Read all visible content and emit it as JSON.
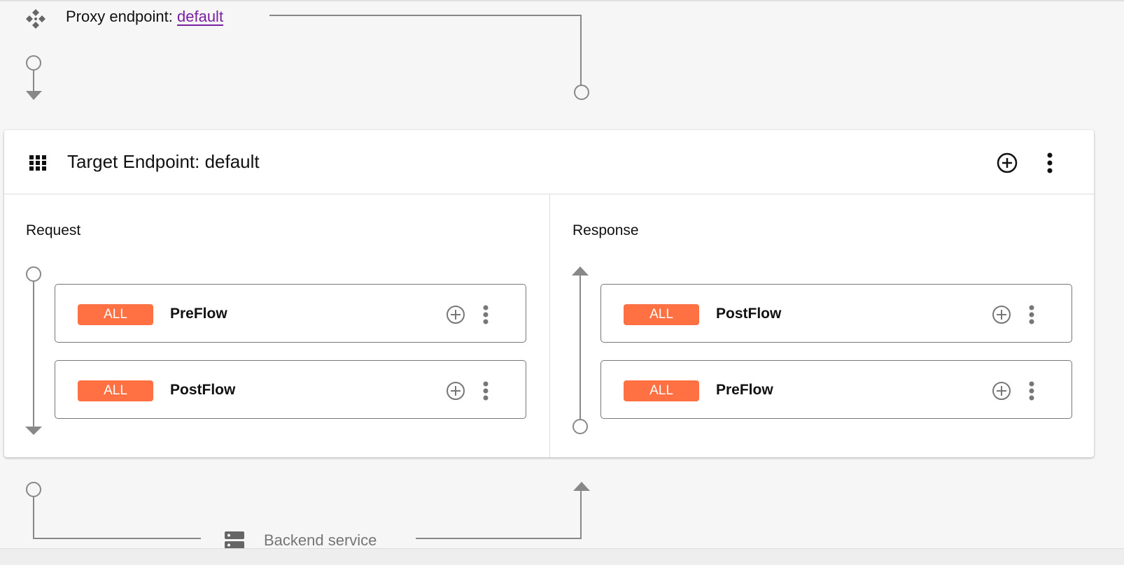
{
  "proxy": {
    "label": "Proxy endpoint:",
    "link": "default"
  },
  "target": {
    "title": "Target Endpoint: default"
  },
  "request": {
    "label": "Request",
    "flows": [
      {
        "badge": "ALL",
        "name": "PreFlow"
      },
      {
        "badge": "ALL",
        "name": "PostFlow"
      }
    ]
  },
  "response": {
    "label": "Response",
    "flows": [
      {
        "badge": "ALL",
        "name": "PostFlow"
      },
      {
        "badge": "ALL",
        "name": "PreFlow"
      }
    ]
  },
  "backend": {
    "label": "Backend service"
  },
  "colors": {
    "badge": "#ff7043",
    "link": "#7b1fa2",
    "line": "#888888"
  }
}
